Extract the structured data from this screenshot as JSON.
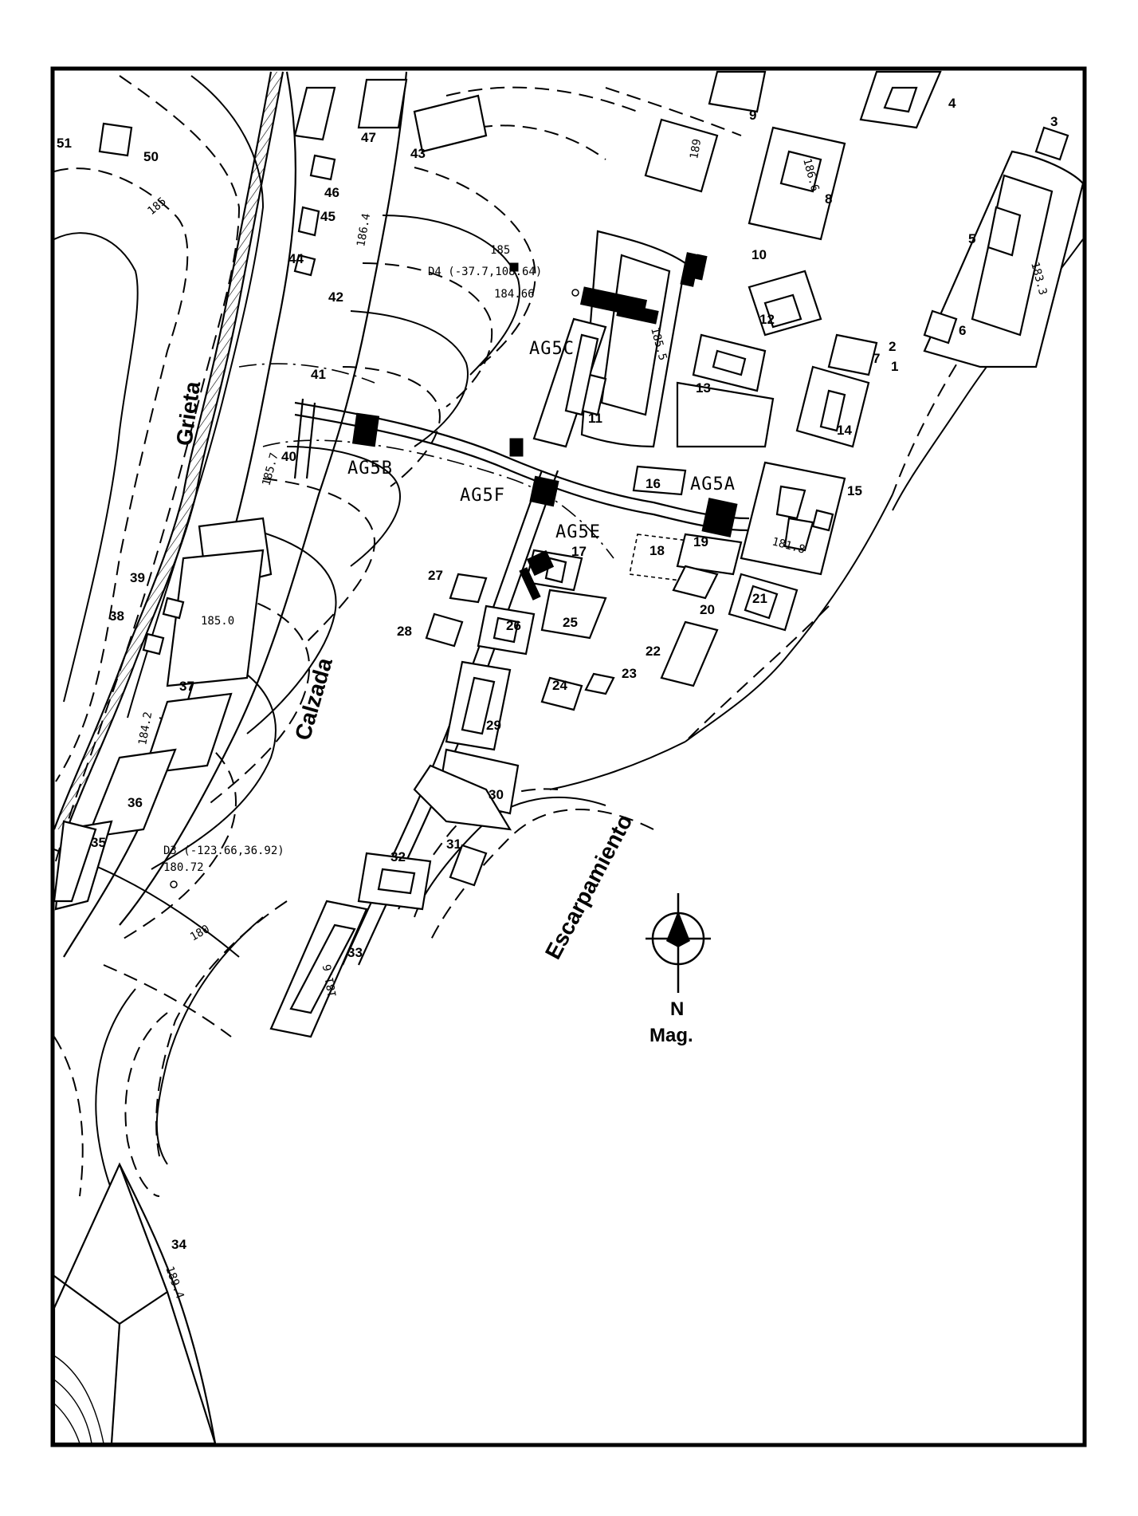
{
  "map": {
    "features": {
      "grieta": "Grieta",
      "calzada": "Calzada",
      "escarpamiento": "Escarpamiento"
    },
    "north_arrow": {
      "letter": "N",
      "subtitle": "Mag."
    },
    "units": [
      "AG5A",
      "AG5B",
      "AG5C",
      "AG5E",
      "AG5F"
    ],
    "datums": {
      "d4": {
        "label": "D4 (-37.7,108.64)",
        "elevation": "184.66"
      },
      "d3": {
        "label": "D3 (-123.66,36.92)",
        "elevation": "180.72"
      }
    },
    "structure_numbers": [
      "1",
      "2",
      "3",
      "4",
      "5",
      "6",
      "7",
      "8",
      "9",
      "10",
      "11",
      "12",
      "13",
      "14",
      "15",
      "16",
      "17",
      "18",
      "19",
      "20",
      "21",
      "22",
      "23",
      "24",
      "25",
      "26",
      "27",
      "28",
      "29",
      "30",
      "31",
      "32",
      "33",
      "34",
      "35",
      "36",
      "37",
      "38",
      "39",
      "40",
      "41",
      "42",
      "43",
      "44",
      "45",
      "46",
      "47",
      "50",
      "51"
    ],
    "elevations": [
      "185",
      "185",
      "186.4",
      "185.7",
      "185.5",
      "185.0",
      "184.2",
      "180",
      "181.8",
      "181.6",
      "183.3",
      "189.4",
      "186.6",
      "189"
    ]
  }
}
